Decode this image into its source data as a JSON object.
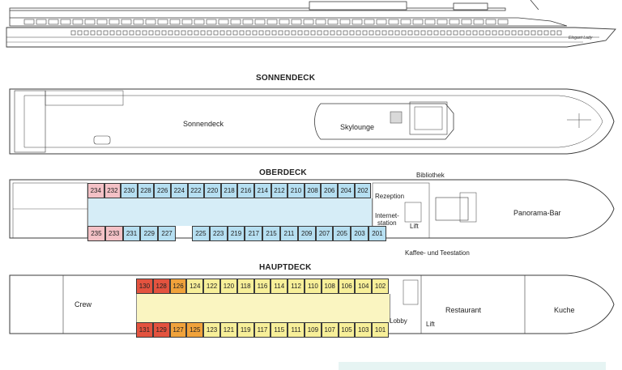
{
  "ship_name": "Elegant Lady",
  "colors": {
    "category_red": "#e3533f",
    "category_orange": "#f0a23b",
    "category_yellow": "#f7ef99",
    "category_blue": "#b6dff1",
    "category_pink": "#f3c1c6",
    "outline": "#3a3a3a",
    "footer": "#e6f4f3"
  },
  "sonnendeck": {
    "title": "SONNENDECK",
    "labels": {
      "sonnendeck": "Sonnendeck",
      "skylounge": "Skylounge"
    }
  },
  "oberdeck": {
    "title": "OBERDECK",
    "top_cabins": [
      {
        "num": "234",
        "cat": "pink"
      },
      {
        "num": "232",
        "cat": "pink"
      },
      {
        "num": "230",
        "cat": "blue"
      },
      {
        "num": "228",
        "cat": "blue"
      },
      {
        "num": "226",
        "cat": "blue"
      },
      {
        "num": "224",
        "cat": "blue"
      },
      {
        "num": "222",
        "cat": "blue"
      },
      {
        "num": "220",
        "cat": "blue"
      },
      {
        "num": "218",
        "cat": "blue"
      },
      {
        "num": "216",
        "cat": "blue"
      },
      {
        "num": "214",
        "cat": "blue"
      },
      {
        "num": "212",
        "cat": "blue"
      },
      {
        "num": "210",
        "cat": "blue"
      },
      {
        "num": "208",
        "cat": "blue"
      },
      {
        "num": "206",
        "cat": "blue"
      },
      {
        "num": "204",
        "cat": "blue"
      },
      {
        "num": "202",
        "cat": "blue"
      }
    ],
    "bottom_cabins": [
      {
        "num": "235",
        "cat": "pink"
      },
      {
        "num": "233",
        "cat": "pink"
      },
      {
        "num": "231",
        "cat": "blue"
      },
      {
        "num": "229",
        "cat": "blue"
      },
      {
        "num": "227",
        "cat": "blue"
      },
      {
        "num": "225",
        "cat": "blue"
      },
      {
        "num": "223",
        "cat": "blue"
      },
      {
        "num": "219",
        "cat": "blue"
      },
      {
        "num": "217",
        "cat": "blue"
      },
      {
        "num": "215",
        "cat": "blue"
      },
      {
        "num": "211",
        "cat": "blue"
      },
      {
        "num": "209",
        "cat": "blue"
      },
      {
        "num": "207",
        "cat": "blue"
      },
      {
        "num": "205",
        "cat": "blue"
      },
      {
        "num": "203",
        "cat": "blue"
      },
      {
        "num": "201",
        "cat": "blue"
      }
    ],
    "labels": {
      "bibliothek": "Bibliothek",
      "rezeption": "Rezeption",
      "internet_1": "Internet-",
      "internet_2": "station",
      "lift": "Lift",
      "panorama_bar": "Panorama-Bar",
      "kaffee": "Kaffee- und Teestation"
    }
  },
  "hauptdeck": {
    "title": "HAUPTDECK",
    "top_cabins": [
      {
        "num": "130",
        "cat": "red"
      },
      {
        "num": "128",
        "cat": "red"
      },
      {
        "num": "126",
        "cat": "orange"
      },
      {
        "num": "124",
        "cat": "yellow"
      },
      {
        "num": "122",
        "cat": "yellow"
      },
      {
        "num": "120",
        "cat": "yellow"
      },
      {
        "num": "118",
        "cat": "yellow"
      },
      {
        "num": "116",
        "cat": "yellow"
      },
      {
        "num": "114",
        "cat": "yellow"
      },
      {
        "num": "112",
        "cat": "yellow"
      },
      {
        "num": "110",
        "cat": "yellow"
      },
      {
        "num": "108",
        "cat": "yellow"
      },
      {
        "num": "106",
        "cat": "yellow"
      },
      {
        "num": "104",
        "cat": "yellow"
      },
      {
        "num": "102",
        "cat": "yellow"
      }
    ],
    "bottom_cabins": [
      {
        "num": "131",
        "cat": "red"
      },
      {
        "num": "129",
        "cat": "red"
      },
      {
        "num": "127",
        "cat": "orange"
      },
      {
        "num": "125",
        "cat": "orange"
      },
      {
        "num": "123",
        "cat": "yellow"
      },
      {
        "num": "121",
        "cat": "yellow"
      },
      {
        "num": "119",
        "cat": "yellow"
      },
      {
        "num": "117",
        "cat": "yellow"
      },
      {
        "num": "115",
        "cat": "yellow"
      },
      {
        "num": "111",
        "cat": "yellow"
      },
      {
        "num": "109",
        "cat": "yellow"
      },
      {
        "num": "107",
        "cat": "yellow"
      },
      {
        "num": "105",
        "cat": "yellow"
      },
      {
        "num": "103",
        "cat": "yellow"
      },
      {
        "num": "101",
        "cat": "yellow"
      }
    ],
    "labels": {
      "crew": "Crew",
      "lobby": "Lobby",
      "lift": "Lift",
      "restaurant": "Restaurant",
      "kuche": "Kuche"
    }
  }
}
